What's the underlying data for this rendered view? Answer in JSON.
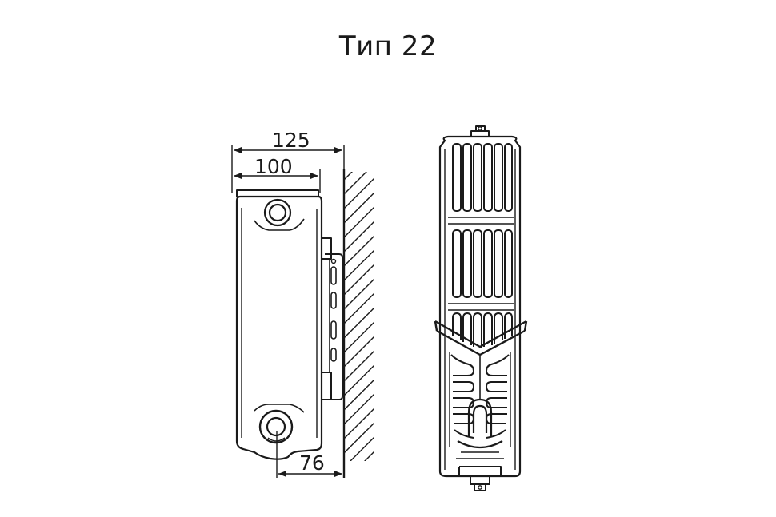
{
  "title": "Тип 22",
  "dimensions": {
    "overall_depth": "125",
    "panel_depth": "100",
    "connection_offset": "76"
  }
}
